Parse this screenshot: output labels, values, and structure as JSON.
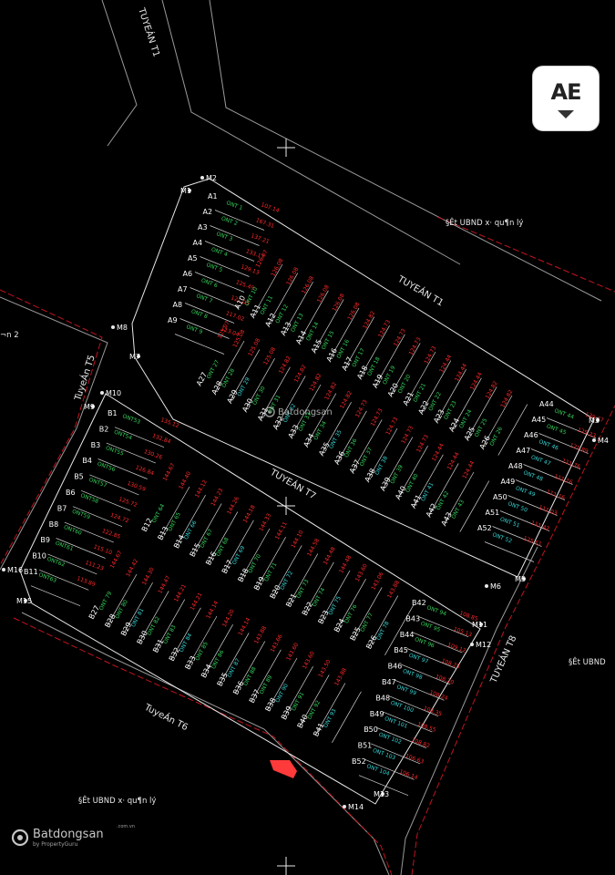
{
  "roads": [
    "TUYEÁN T1",
    "TUYEÁN T1",
    "TuyeÁn T5",
    "TUYEÁN T7",
    "TUYEÁN T8",
    "TuyeÁn T6"
  ],
  "areas": [
    "§Êt UBND x· qu¶n lý",
    "§Êt UBND x· qu¶n lý",
    "§Êt UBND",
    "¬n 2"
  ],
  "markers": [
    "M1",
    "M2",
    "M3",
    "M4",
    "M5",
    "M6",
    "M7",
    "M8",
    "M9",
    "M10",
    "M11",
    "M12",
    "M13",
    "M14",
    "M15",
    "M16"
  ],
  "block_a": {
    "west_column": {
      "lots": [
        "A1",
        "A2",
        "A3",
        "A4",
        "A5",
        "A6",
        "A7",
        "A8",
        "A9"
      ],
      "codes": [
        "ONT 1",
        "ONT 2",
        "ONT 3",
        "ONT 4",
        "ONT 5",
        "ONT 6",
        "ONT 7",
        "ONT 8",
        "ONT 9"
      ],
      "areas": [
        "107.14",
        "167.31",
        "137.21",
        "133.17",
        "129.13",
        "125.49",
        "121.05",
        "117.02",
        "113.04"
      ]
    },
    "north_row": {
      "lots": [
        "A10",
        "A11",
        "A12",
        "A13",
        "A14",
        "A15",
        "A16",
        "A17",
        "A18",
        "A19",
        "A20",
        "A21",
        "A22",
        "A23",
        "A24",
        "A25",
        "A26"
      ],
      "codes": [
        "ONT 10",
        "ONT 11",
        "ONT 12",
        "ONT 13",
        "ONT 14",
        "ONT 15",
        "ONT 16",
        "ONT 17",
        "ONT 18",
        "ONT 19",
        "ONT 20",
        "ONT 21",
        "ONT 22",
        "ONT 23",
        "ONT 24",
        "ONT 25",
        "ONT 26"
      ],
      "areas": [
        "126.07",
        "126.08",
        "126.08",
        "126.08",
        "126.08",
        "126.08",
        "126.08",
        "124.82",
        "124.73",
        "124.73",
        "124.73",
        "124.73",
        "124.44",
        "124.44",
        "124.44",
        "124.82",
        "124.82"
      ]
    },
    "south_row": {
      "lots": [
        "A27",
        "A28",
        "A29",
        "A30",
        "A31",
        "A32",
        "A33",
        "A34",
        "A35",
        "A36",
        "A37",
        "A38",
        "A39",
        "A40",
        "A41",
        "A42",
        "A43"
      ],
      "codes": [
        "ONT 27",
        "ONT 28",
        "ONT 29",
        "ONT 30",
        "ONT 31",
        "ONT 32",
        "ONT 33",
        "ONT 34",
        "ONT 35",
        "ONT 36",
        "ONT 37",
        "ONT 38",
        "ONT 39",
        "ONT 40",
        "ONT 41",
        "ONT 42",
        "ONT 43"
      ],
      "areas": [
        "125.07",
        "125.08",
        "125.08",
        "125.08",
        "124.82",
        "124.82",
        "124.82",
        "124.82",
        "124.82",
        "124.73",
        "124.73",
        "124.73",
        "124.73",
        "124.73",
        "124.44",
        "124.44",
        "124.44"
      ]
    },
    "east_column": {
      "lots": [
        "A44",
        "A45",
        "A46",
        "A47",
        "A48",
        "A49",
        "A50",
        "A51",
        "A52"
      ],
      "codes": [
        "ONT 44",
        "ONT 45",
        "ONT 46",
        "ONT 47",
        "ONT 48",
        "ONT 49",
        "ONT 50",
        "ONT 51",
        "ONT 52"
      ],
      "areas": [
        "139.37",
        "125.23",
        "121.89",
        "111.76",
        "111.16",
        "111.16",
        "111.03",
        "111.42",
        "125.61"
      ]
    }
  },
  "block_b": {
    "west_column": {
      "lots": [
        "B1",
        "B2",
        "B3",
        "B4",
        "B5",
        "B6",
        "B7",
        "B8",
        "B9",
        "B10",
        "B11"
      ],
      "codes": [
        "ONT53",
        "ONT54",
        "ONT55",
        "ONT56",
        "ONT57",
        "ONT58",
        "ONT59",
        "ONT60",
        "ONT61",
        "ONT62",
        "ONT63"
      ],
      "areas": [
        "135.12",
        "132.84",
        "130.26",
        "126.84",
        "130.59",
        "125.72",
        "124.72",
        "122.85",
        "115.10",
        "111.23",
        "113.89"
      ]
    },
    "north_row": {
      "lots": [
        "B12",
        "B13",
        "B14",
        "B15",
        "B16",
        "B17",
        "B18",
        "B19",
        "B20",
        "B21",
        "B22",
        "B23",
        "B24",
        "B25",
        "B26"
      ],
      "codes": [
        "ONT 64",
        "ONT 65",
        "ONT 66",
        "ONT 67",
        "ONT 68",
        "ONT 69",
        "ONT 70",
        "ONT 71",
        "ONT 72",
        "ONT 73",
        "ONT 74",
        "ONT 75",
        "ONT 76",
        "ONT 77",
        "ONT 78"
      ],
      "areas": [
        "144.67",
        "144.40",
        "144.12",
        "144.23",
        "144.26",
        "144.18",
        "144.33",
        "144.11",
        "144.10",
        "144.58",
        "144.48",
        "144.48",
        "143.60",
        "143.06",
        "143.88"
      ]
    },
    "south_row": {
      "lots": [
        "B27",
        "B28",
        "B29",
        "B30",
        "B31",
        "B32",
        "B33",
        "B34",
        "B35",
        "B36",
        "B37",
        "B38",
        "B39",
        "B40",
        "B41"
      ],
      "codes": [
        "ONT 79",
        "ONT 80",
        "ONT 81",
        "ONT 82",
        "ONT 83",
        "ONT 84",
        "ONT 85",
        "ONT 86",
        "ONT 87",
        "ONT 88",
        "ONT 89",
        "ONT 90",
        "ONT 91",
        "ONT 92",
        "ONT 93"
      ],
      "areas": [
        "144.67",
        "144.42",
        "144.30",
        "144.47",
        "144.21",
        "144.21",
        "144.14",
        "144.20",
        "144.14",
        "143.88",
        "143.66",
        "143.60",
        "143.60",
        "143.50",
        "143.88"
      ]
    },
    "east_column": {
      "lots": [
        "B42",
        "B43",
        "B44",
        "B45",
        "B46",
        "B47",
        "B48",
        "B49",
        "B50",
        "B51",
        "B52"
      ],
      "codes": [
        "ONT 94",
        "ONT 95",
        "ONT 96",
        "ONT 97",
        "ONT 98",
        "ONT 99",
        "ONT 100",
        "ONT 101",
        "ONT 102",
        "ONT 103",
        "ONT 104"
      ],
      "areas": [
        "108.85",
        "105.13",
        "109.12",
        "108.25",
        "108.20",
        "108.24",
        "108.35",
        "108.55",
        "108.82",
        "106.63",
        "106.14"
      ]
    }
  },
  "toolbar": {
    "ae_label": "AE"
  },
  "watermark": {
    "name": "Batdongsan",
    "tld": ".com.vn",
    "by": "by PropertyGuru"
  },
  "colors": {
    "lot_code": "#34d35a",
    "lot_code_alt": "#36d6d6",
    "area_value": "#ff2a2a",
    "boundary": "#c0141e",
    "lines": "#e8e8e8"
  }
}
